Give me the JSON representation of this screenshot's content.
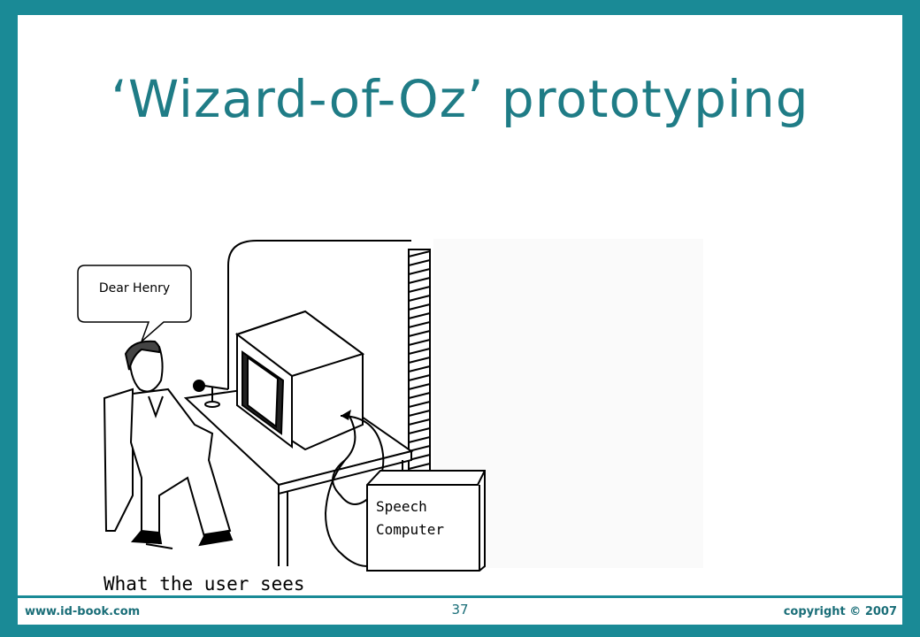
{
  "slide": {
    "title": "‘Wizard-of-Oz’ prototyping",
    "speech_bubble": "Dear Henry",
    "computer_label_line1": "Speech",
    "computer_label_line2": "Computer",
    "caption": "What the user sees"
  },
  "footer": {
    "left_text": "www.id-book.com",
    "page_number": "37",
    "right_text": "copyright © 2007"
  },
  "colors": {
    "frame": "#1a8a96",
    "title": "#1f7c86"
  }
}
